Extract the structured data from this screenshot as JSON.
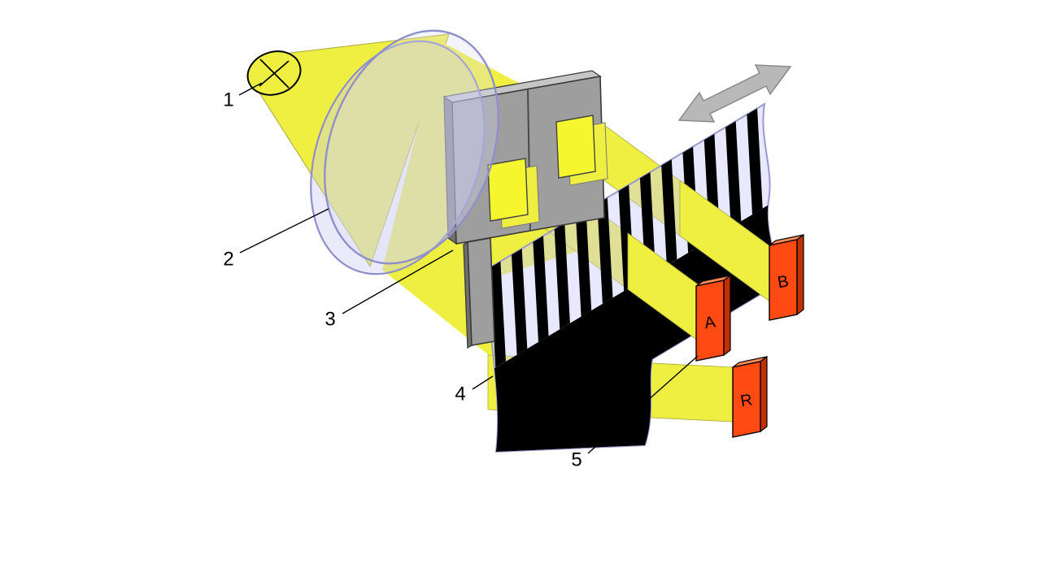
{
  "diagram": {
    "kind": "optical-incremental-encoder-principle",
    "callouts": [
      {
        "number": "1",
        "component": "light-source"
      },
      {
        "number": "2",
        "component": "condenser-lens"
      },
      {
        "number": "3",
        "component": "scanning-reticle-mask"
      },
      {
        "number": "4",
        "component": "graduated-scale-strip"
      },
      {
        "number": "5",
        "component": "photodetector"
      }
    ],
    "detectors": [
      {
        "label": "A"
      },
      {
        "label": "B"
      },
      {
        "label": "R"
      }
    ],
    "scale": {
      "stripe_count": 13
    },
    "motion_arrow": {
      "style": "double-headed"
    },
    "colors": {
      "background": "#FFFFFF",
      "beam": "#EFEF41",
      "beam-bright": "#F6F62F",
      "lens-fill": "#C9C9F2",
      "lens-front": "#DCDCFA",
      "lens-edge": "#8F8FCC",
      "strip-fill": "#CCCCFF",
      "strip-edge": "#9A9ACC",
      "mask-face": "#9E9E9E",
      "mask-top": "#C6C6C6",
      "mask-side": "#6F6F6F",
      "mask-edge": "#3A3A3A",
      "black": "#000000",
      "detector-face": "#FF4A14",
      "detector-top": "#FF8A55",
      "detector-side": "#C33000",
      "arrow-fill": "#B8B8B8",
      "arrow-edge": "#8A8A8A",
      "label": "#000000"
    }
  }
}
